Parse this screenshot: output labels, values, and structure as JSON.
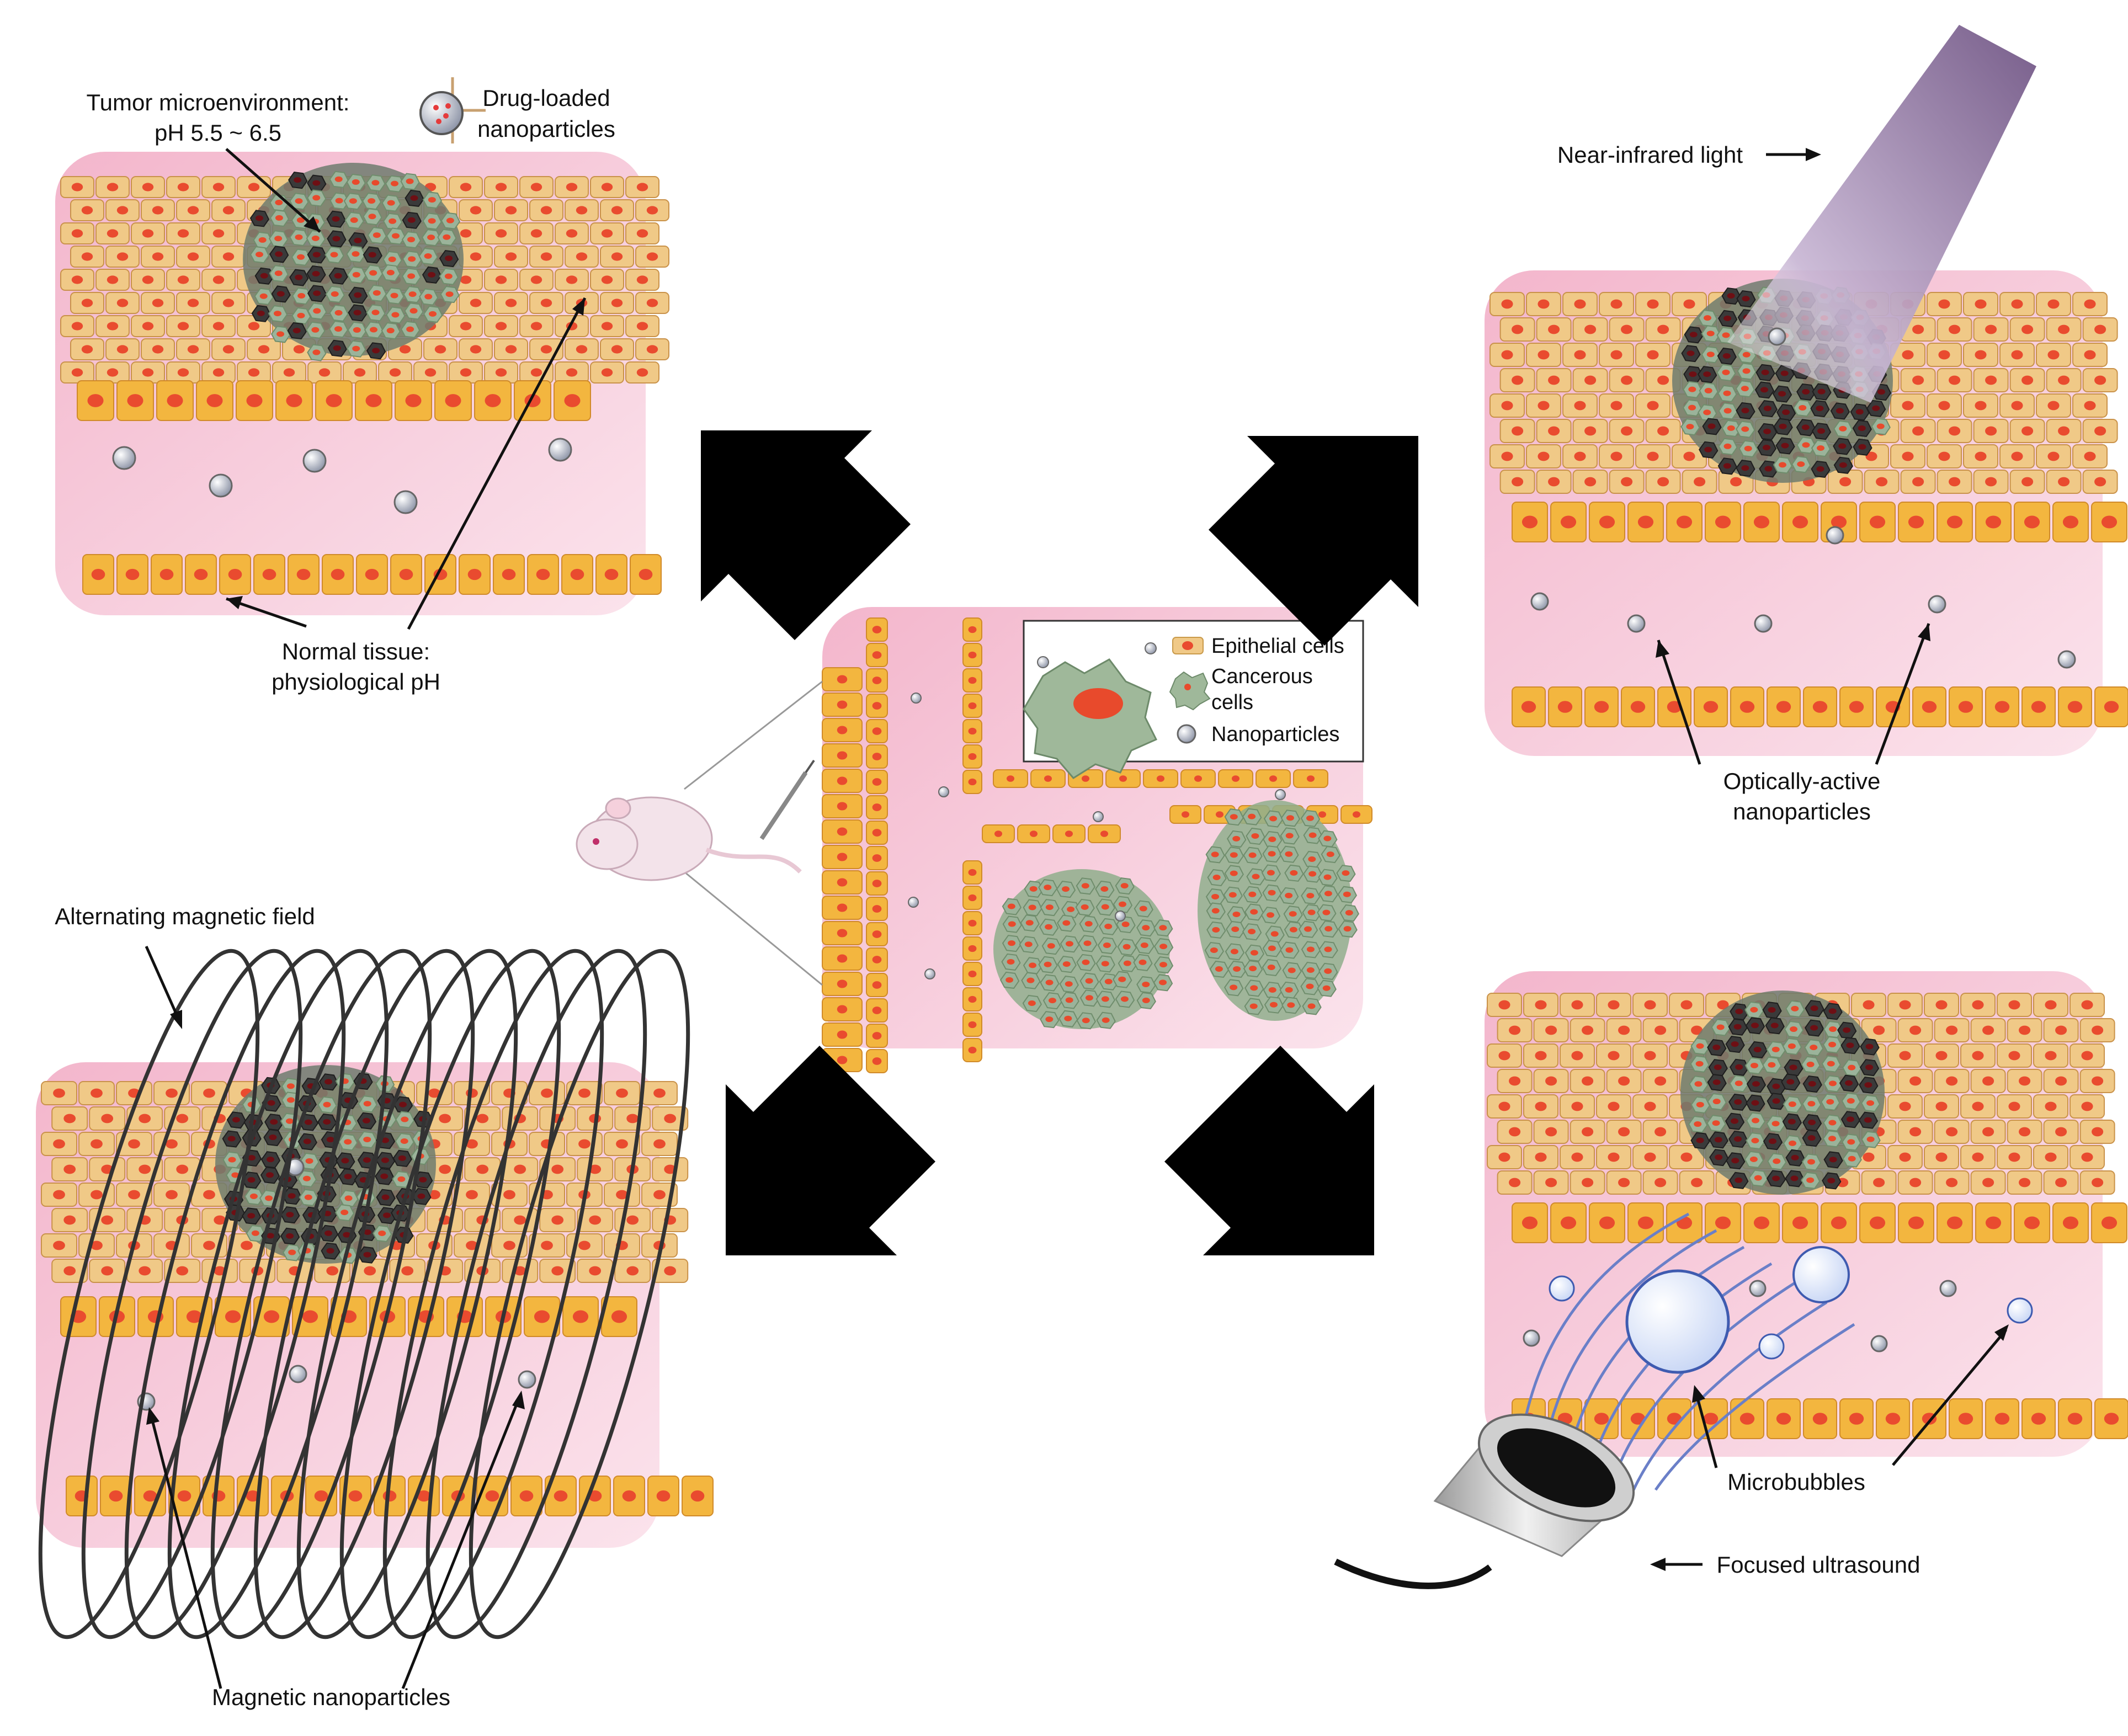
{
  "labels": {
    "tumor_micro_line1": "Tumor microenvironment:",
    "tumor_micro_line2": "pH 5.5 ~ 6.5",
    "drug_np_line1": "Drug-loaded",
    "drug_np_line2": "nanoparticles",
    "normal_tissue_line1": "Normal tissue:",
    "normal_tissue_line2": "physiological pH",
    "nir_light": "Near-infrared light",
    "optical_np_line1": "Optically-active",
    "optical_np_line2": "nanoparticles",
    "amf": "Alternating magnetic field",
    "magnetic_np": "Magnetic nanoparticles",
    "microbubbles": "Microbubbles",
    "focused_us": "Focused ultrasound"
  },
  "legend": {
    "epithelial": "Epithelial cells",
    "cancerous_line1": "Cancerous",
    "cancerous_line2": "cells",
    "nanoparticles": "Nanoparticles"
  },
  "colors": {
    "tissue_bg": "#f6c8d8",
    "epithelial_fill": "#f0c987",
    "epithelial_nucleus": "#e94b2f",
    "cancer_fill": "#9bb39a",
    "cancer_dark": "#3a3a3a",
    "nanoparticle": "#9aa0b0",
    "arrow": "#000000",
    "nir_beam": "#6a4e7e"
  }
}
